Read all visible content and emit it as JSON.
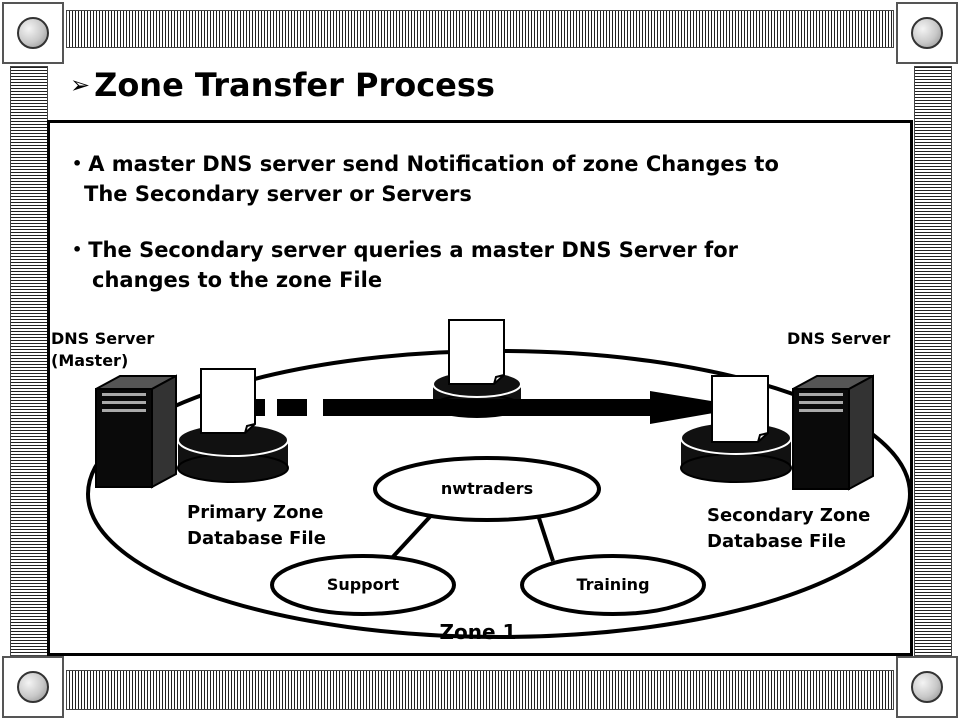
{
  "slide": {
    "title": "Zone Transfer Process",
    "bullets": [
      {
        "line1": "A master DNS server send Notification of zone Changes to",
        "line2": "The Secondary server or Servers"
      },
      {
        "line1": "The Secondary server queries a master DNS Server for",
        "line2": "changes to the zone File"
      }
    ]
  },
  "diagram": {
    "master_label_1": "DNS Server",
    "master_label_2": "(Master)",
    "secondary_label": "DNS Server",
    "primary_db_label_1": "Primary Zone",
    "primary_db_label_2": "Database File",
    "secondary_db_label_1": "Secondary Zone",
    "secondary_db_label_2": "Database File",
    "node_root": "nwtraders",
    "node_left": "Support",
    "node_right": "Training",
    "zone_label": "Zone 1"
  }
}
